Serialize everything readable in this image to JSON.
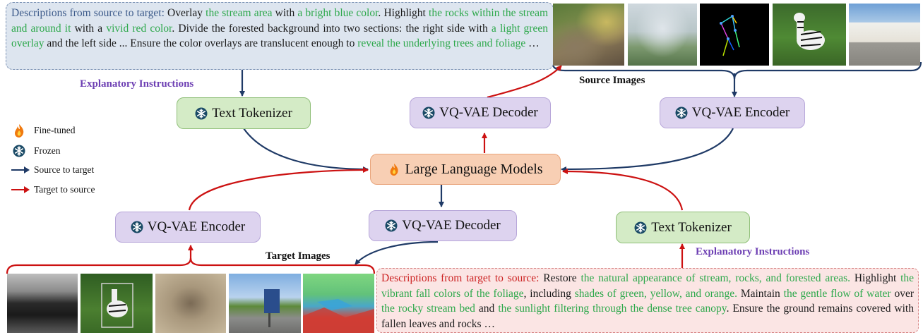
{
  "top_description": {
    "header": "Descriptions from source to target:",
    "segments": [
      {
        "t": " Overlay ",
        "g": false
      },
      {
        "t": "the stream area",
        "g": true
      },
      {
        "t": " with ",
        "g": false
      },
      {
        "t": "a bright blue color",
        "g": true
      },
      {
        "t": ". Highlight ",
        "g": false
      },
      {
        "t": "the rocks within the stream and around it",
        "g": true
      },
      {
        "t": " with a ",
        "g": false
      },
      {
        "t": "vivid red color",
        "g": true
      },
      {
        "t": ". Divide the forested background into two sections: the right side with ",
        "g": false
      },
      {
        "t": "a light green overlay",
        "g": true
      },
      {
        "t": " and the left side ... Ensure the color overlays are translucent enough to ",
        "g": false
      },
      {
        "t": "reveal the underlying trees and foliage",
        "g": true
      },
      {
        "t": " …",
        "g": false
      }
    ]
  },
  "bottom_description": {
    "header": "Descriptions from target to source:",
    "segments": [
      {
        "t": " Restore ",
        "g": false
      },
      {
        "t": "the natural appearance of stream, rocks, and forested areas.",
        "g": true
      },
      {
        "t": " Highlight ",
        "g": false
      },
      {
        "t": "the vibrant fall colors of the foliage",
        "g": true
      },
      {
        "t": ", including ",
        "g": false
      },
      {
        "t": "shades of green, yellow, and orange.",
        "g": true
      },
      {
        "t": " Maintain ",
        "g": false
      },
      {
        "t": "the gentle flow of water",
        "g": true
      },
      {
        "t": " over ",
        "g": false
      },
      {
        "t": "the rocky stream bed",
        "g": true
      },
      {
        "t": " and ",
        "g": false
      },
      {
        "t": "the sunlight filtering through the dense tree canopy",
        "g": true
      },
      {
        "t": ". Ensure the ground remains covered with fallen leaves and rocks …",
        "g": false
      }
    ]
  },
  "labels": {
    "explanatory_top": "Explanatory Instructions",
    "explanatory_bottom": "Explanatory Instructions",
    "source_images": "Source Images",
    "target_images": "Target Images"
  },
  "nodes": {
    "text_tokenizer_top": "Text Tokenizer",
    "vqvae_decoder_top": "VQ-VAE Decoder",
    "vqvae_encoder_top": "VQ-VAE Encoder",
    "llm": "Large Language Models",
    "vqvae_encoder_bottom": "VQ-VAE Encoder",
    "vqvae_decoder_bottom": "VQ-VAE Decoder",
    "text_tokenizer_bottom": "Text Tokenizer"
  },
  "legend": {
    "fine_tuned": "Fine-tuned",
    "frozen": "Frozen",
    "source_to_target": "Source to target",
    "target_to_source": "Target to source"
  },
  "colors": {
    "source_to_target": "#1f3a66",
    "target_to_source": "#cc1111",
    "highlight_green": "#2da84b",
    "frozen_icon": "#1a4a66",
    "fire_icon": "#f07a10"
  },
  "source_images": [
    "forest-stream-photo",
    "blurred-street-photo",
    "pose-skeleton-map",
    "zebra-photo",
    "building-street-photo"
  ],
  "target_images": [
    "depth-map",
    "zebra-with-box",
    "bird-through-fence",
    "street-sign-photo",
    "segmented-stream-map"
  ]
}
